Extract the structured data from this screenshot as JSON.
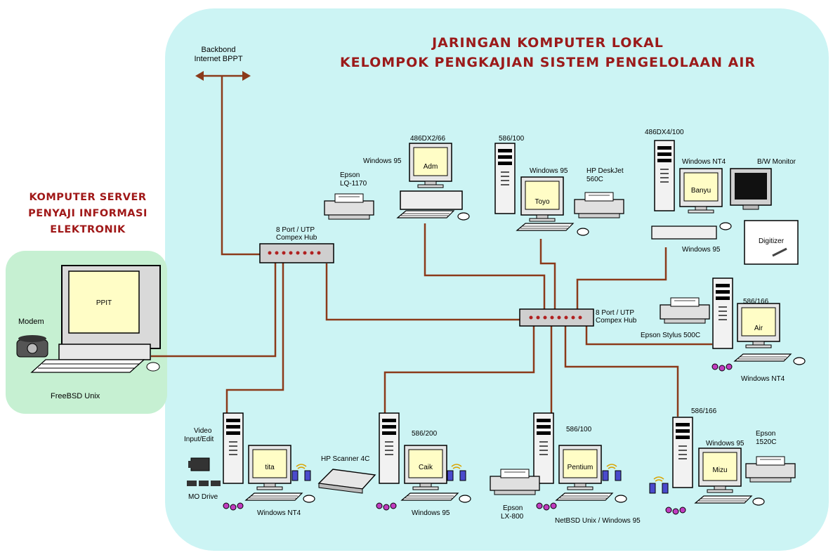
{
  "title": {
    "line1": "JARINGAN KOMPUTER LOKAL",
    "line2": "KELOMPOK PENGKAJIAN SISTEM PENGELOLAAN AIR"
  },
  "server": {
    "title1": "KOMPUTER SERVER",
    "title2": "PENYAJI INFORMASI",
    "title3": "ELEKTRONIK",
    "screen": "PPIT",
    "modem": "Modem",
    "os": "FreeBSD Unix"
  },
  "backbone": {
    "line1": "Backbond",
    "line2": "Internet BPPT"
  },
  "hub1": {
    "line1": "8 Port / UTP",
    "line2": "Compex Hub"
  },
  "hub2": {
    "line1": "8 Port / UTP",
    "line2": "Compex Hub"
  },
  "adm": {
    "cpu": "486DX2/66",
    "os": "Windows 95",
    "screen": "Adm",
    "printer1": "Epson",
    "printer2": "LQ-1170"
  },
  "toyo": {
    "cpu": "586/100",
    "os": "Windows 95",
    "screen": "Toyo",
    "printer1": "HP DeskJet",
    "printer2": "560C"
  },
  "banyu": {
    "cpu": "486DX4/100",
    "os": "Windows NT4",
    "screen": "Banyu",
    "monitor": "B/W Monitor",
    "digitizer": "Digitizer",
    "os2": "Windows 95"
  },
  "air": {
    "cpu": "586/166",
    "screen": "Air",
    "printer": "Epson Stylus 500C",
    "os": "Windows NT4"
  },
  "tita": {
    "video1": "Video",
    "video2": "Input/Edit",
    "mo": "MO Drive",
    "screen": "tita",
    "os": "Windows NT4"
  },
  "caik": {
    "scanner": "HP Scanner 4C",
    "cpu": "586/200",
    "screen": "Caik",
    "os": "Windows 95"
  },
  "pentium": {
    "cpu": "586/100",
    "screen": "Pentium",
    "printer1": "Epson",
    "printer2": "LX-800",
    "os": "NetBSD Unix / Windows 95"
  },
  "mizu": {
    "cpu": "586/166",
    "os": "Windows 95",
    "screen": "Mizu",
    "printer1": "Epson",
    "printer2": "1520C"
  },
  "colors": {
    "cable": "#8b3a1a",
    "panel": "#ccf4f4",
    "server_panel": "#c6f0d2",
    "title": "#9b1a1a"
  }
}
